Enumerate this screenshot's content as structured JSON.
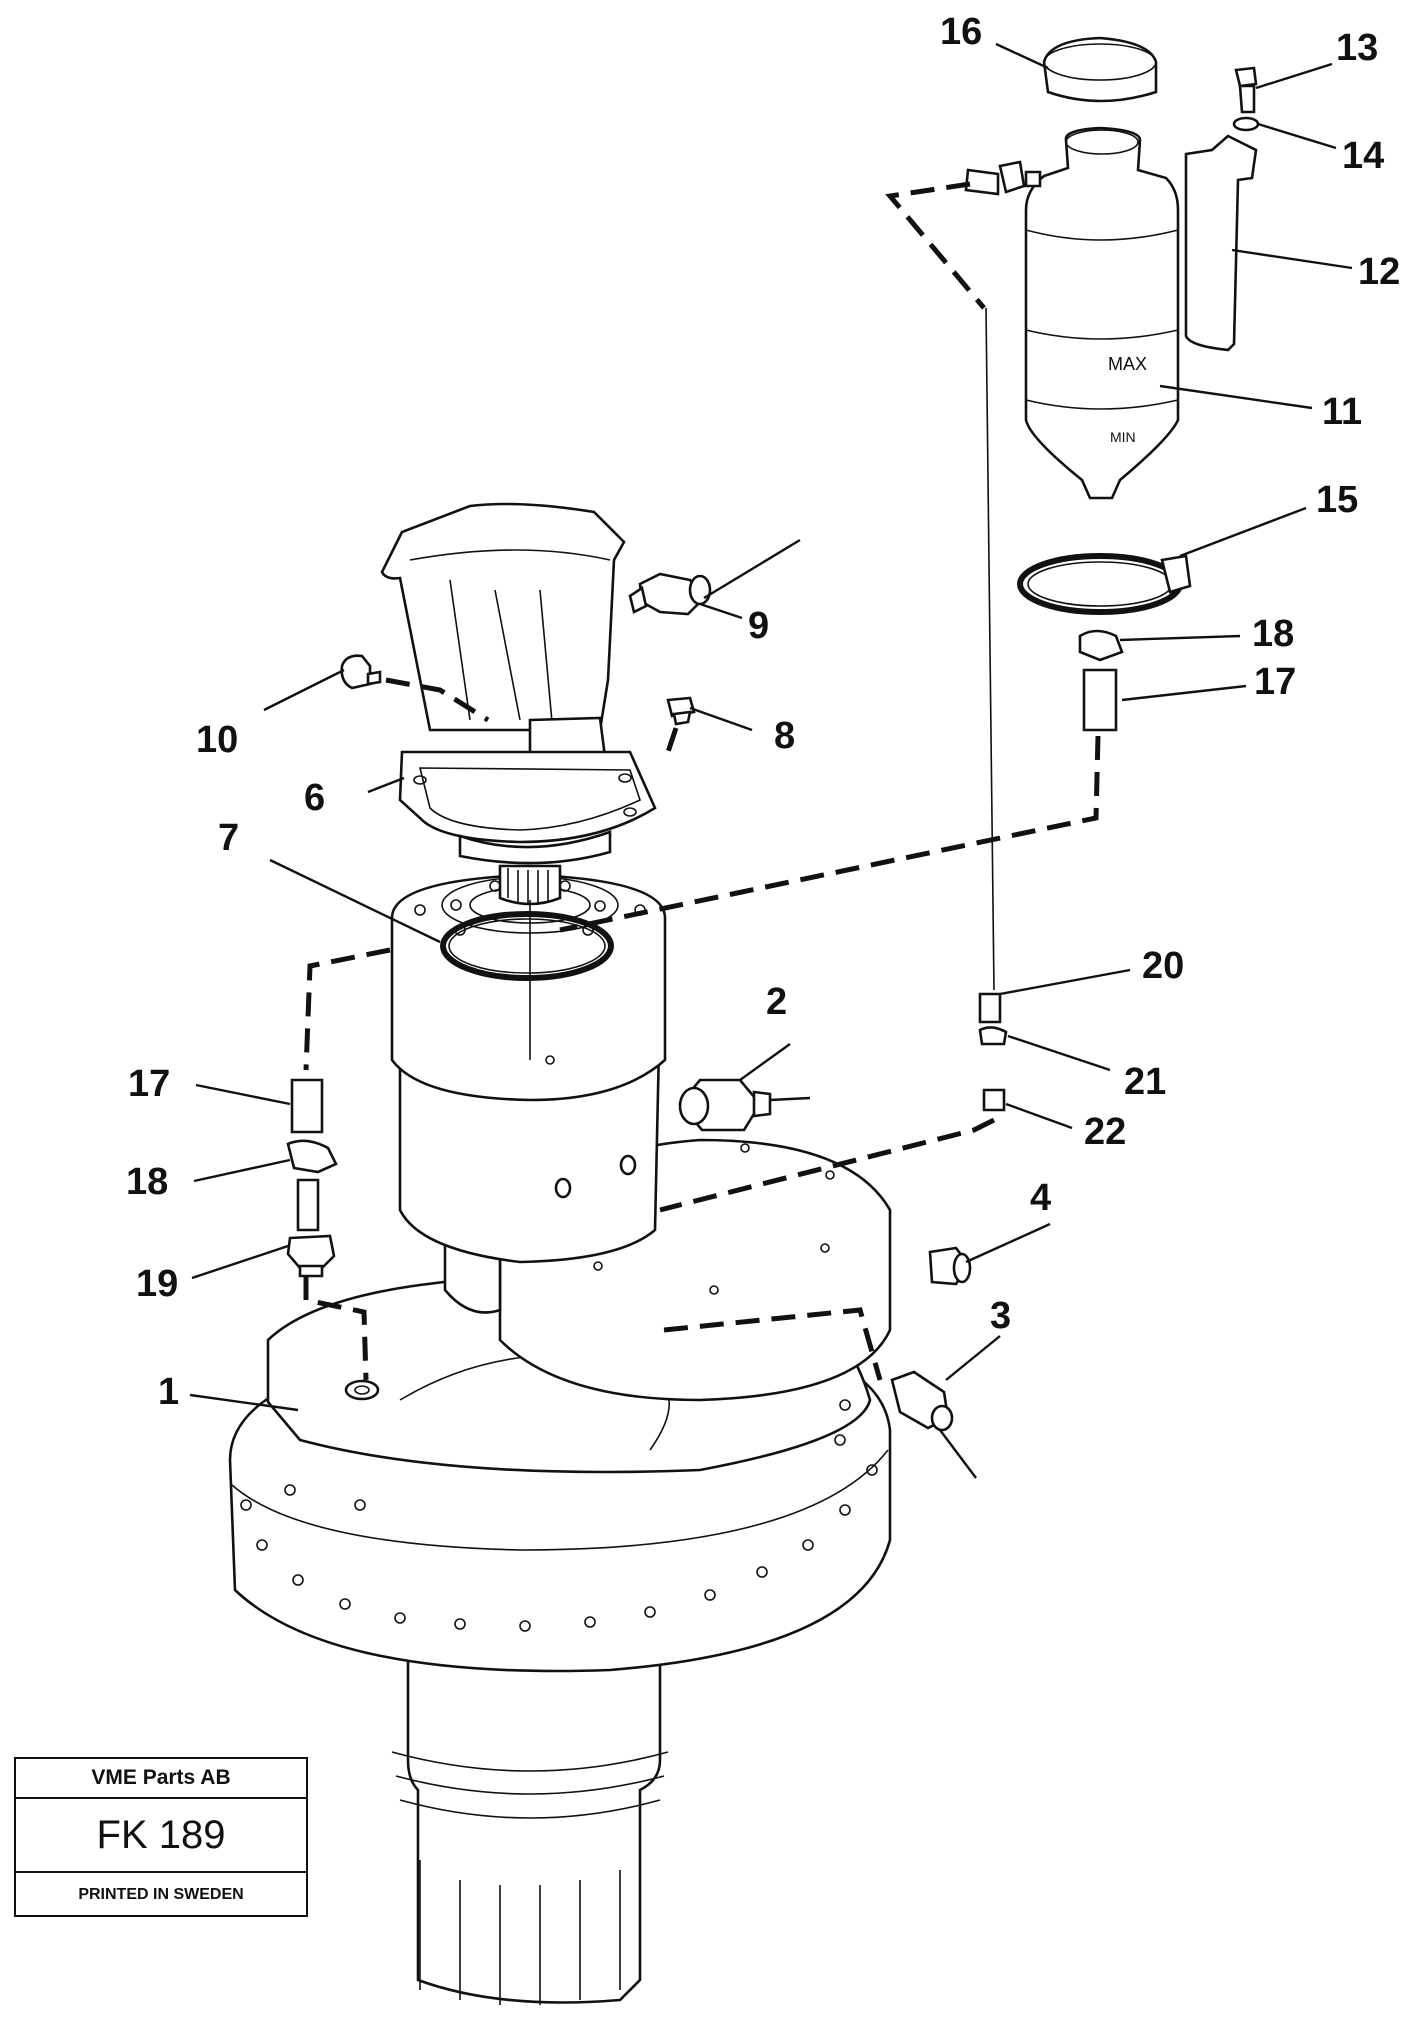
{
  "labels": {
    "l1": "1",
    "l2": "2",
    "l3": "3",
    "l4": "4",
    "l6": "6",
    "l7": "7",
    "l8": "8",
    "l9": "9",
    "l10": "10",
    "l11": "11",
    "l12": "12",
    "l13": "13",
    "l14": "14",
    "l15": "15",
    "l16": "16",
    "l17a": "17",
    "l17b": "17",
    "l18a": "18",
    "l18b": "18",
    "l19": "19",
    "l20": "20",
    "l21": "21",
    "l22": "22"
  },
  "tank_marks": {
    "max": "MAX",
    "min": "MIN"
  },
  "stamp": {
    "company": "VME Parts AB",
    "code": "FK 189",
    "printed": "PRINTED IN SWEDEN"
  }
}
